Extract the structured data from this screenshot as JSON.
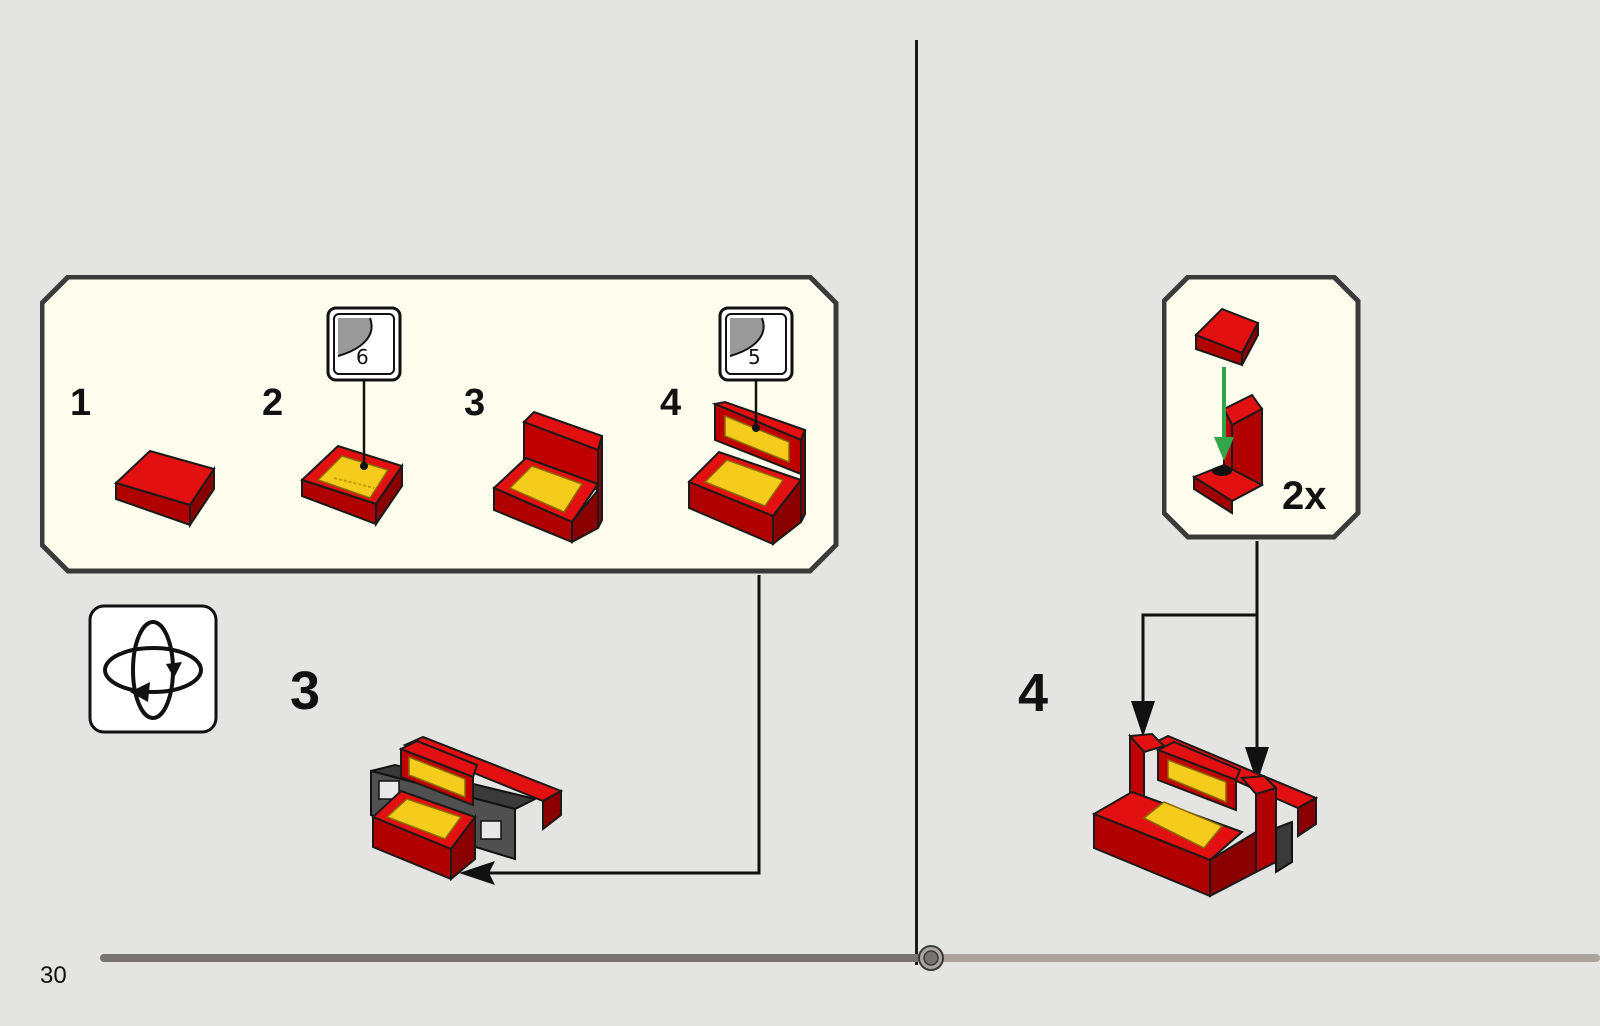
{
  "page": {
    "number": "30",
    "progress": 0.58
  },
  "left_step": {
    "number": "3",
    "subassembly": {
      "steps": [
        {
          "number": "1"
        },
        {
          "number": "2",
          "sticker": "6"
        },
        {
          "number": "3"
        },
        {
          "number": "4",
          "sticker": "5"
        }
      ]
    },
    "rotate_icon": "rotate-model-icon"
  },
  "right_step": {
    "number": "4",
    "subassembly": {
      "quantity": "2x"
    }
  },
  "colors": {
    "background": "#e4e5e3",
    "callout_fill": "#fffded",
    "brick_red": "#d40000",
    "tile_yellow": "#f5cc1b",
    "arrow_green": "#33a64a",
    "progress_done": "#777370",
    "progress_rest": "#aaa5a1"
  }
}
